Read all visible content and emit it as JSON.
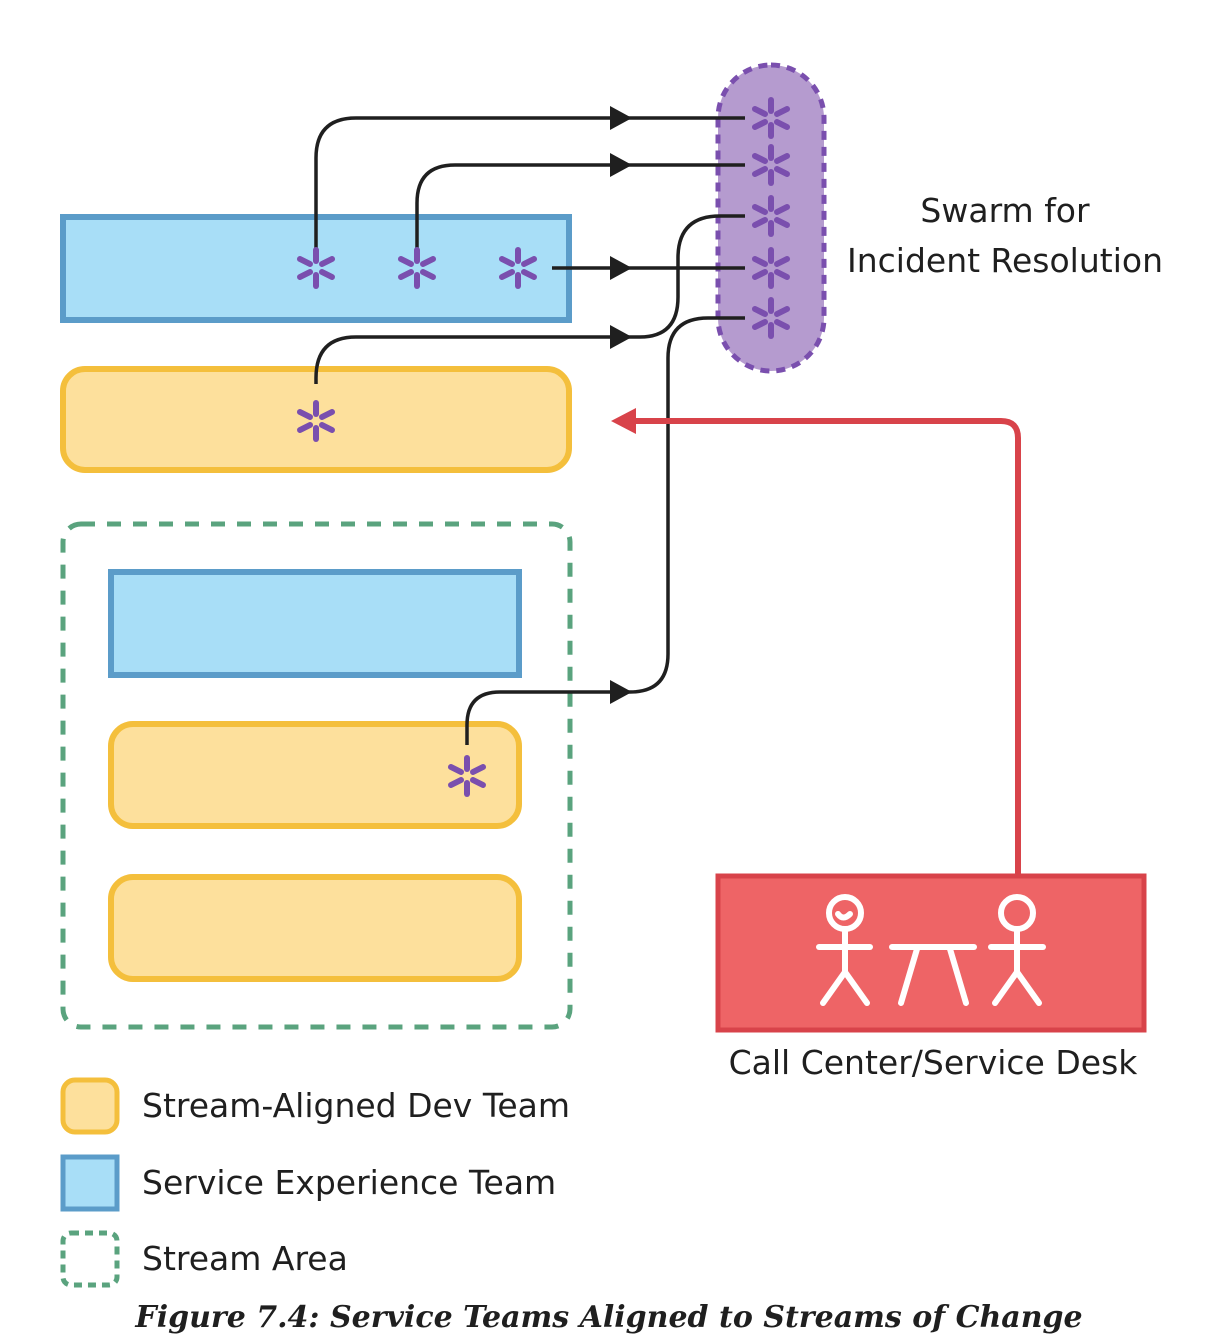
{
  "swarm": {
    "label": "Swarm for\nIncident Resolution",
    "member_count": 5
  },
  "teams": [
    {
      "type": "service_experience",
      "members": 3,
      "in_stream_area": false
    },
    {
      "type": "stream_aligned_dev",
      "members": 1,
      "in_stream_area": false
    },
    {
      "type": "service_experience",
      "members": 0,
      "in_stream_area": true
    },
    {
      "type": "stream_aligned_dev",
      "members": 1,
      "in_stream_area": true
    },
    {
      "type": "stream_aligned_dev",
      "members": 0,
      "in_stream_area": true
    }
  ],
  "call_center": {
    "label": "Call Center/Service Desk"
  },
  "legend": {
    "stream_aligned": "Stream-Aligned Dev Team",
    "service_experience": "Service Experience Team",
    "stream_area": "Stream Area"
  },
  "caption": "Figure 7.4: Service Teams Aligned to Streams of Change",
  "colors": {
    "blue_fill": "#a8def7",
    "blue_stroke": "#5b9cc9",
    "yellow_fill": "#fde09c",
    "yellow_stroke": "#f4bf3c",
    "purple_fill": "#b59bcf",
    "purple_stroke": "#7a4fae",
    "member": "#7a4fae",
    "green_stroke": "#5aa37e",
    "red_fill": "#ee6466",
    "red_stroke": "#d8434a",
    "red_arrow": "#d8434a",
    "arrow": "#1f1f1f"
  }
}
